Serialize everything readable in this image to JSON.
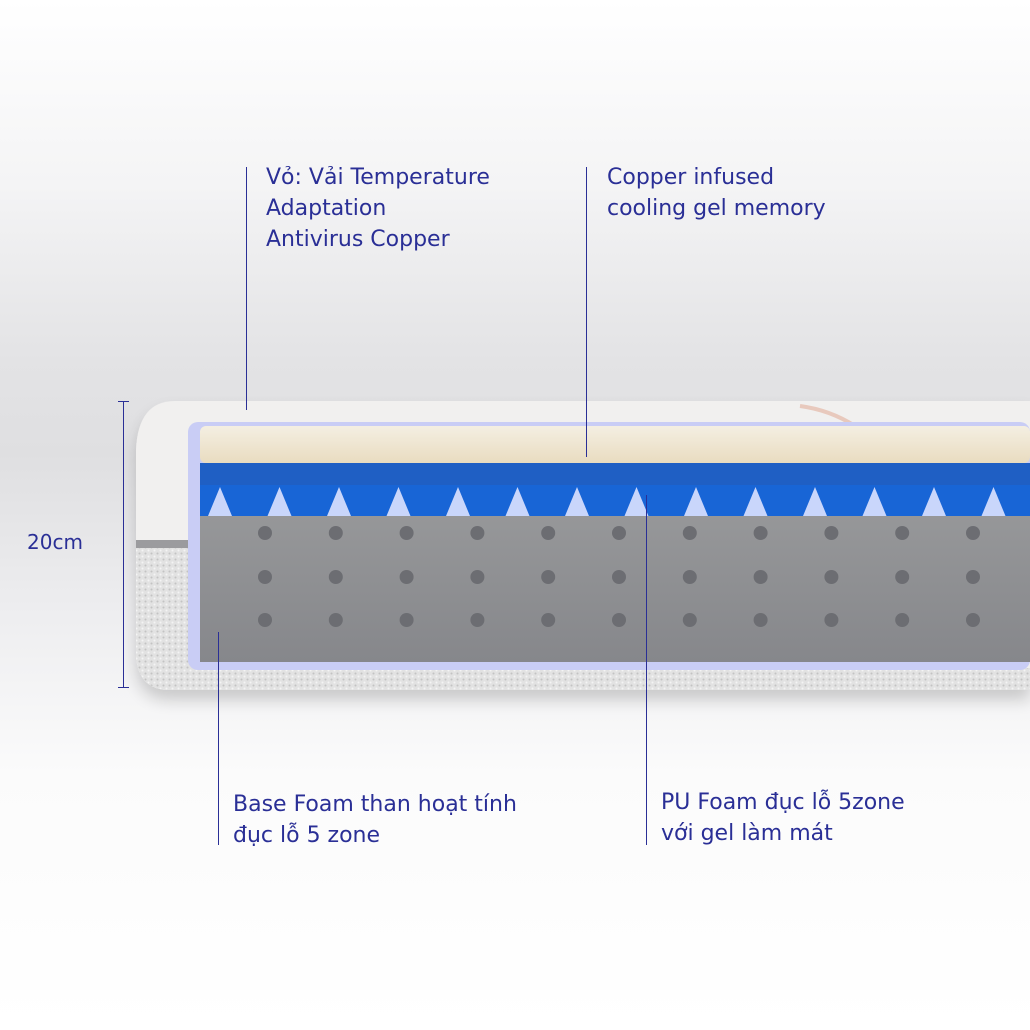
{
  "labels": {
    "cover": [
      "Vỏ: Vải Temperature",
      "Adaptation",
      "Antivirus Copper"
    ],
    "gel_memory": [
      "Copper infused",
      "cooling gel memory"
    ],
    "base_foam": [
      "Base Foam than hoạt tính",
      "đục lỗ 5 zone"
    ],
    "pu_foam": [
      "PU Foam đục lỗ 5zone",
      "với gel làm mát"
    ]
  },
  "dimension": {
    "height_label": "20cm"
  },
  "colors": {
    "text": "#2a2f96",
    "cover": "#f2f1f0",
    "memory_layer": "#efe6d2",
    "pu_layer": "#1f63c9",
    "base_layer": "#8d8e93",
    "holes": "#6f7075"
  }
}
